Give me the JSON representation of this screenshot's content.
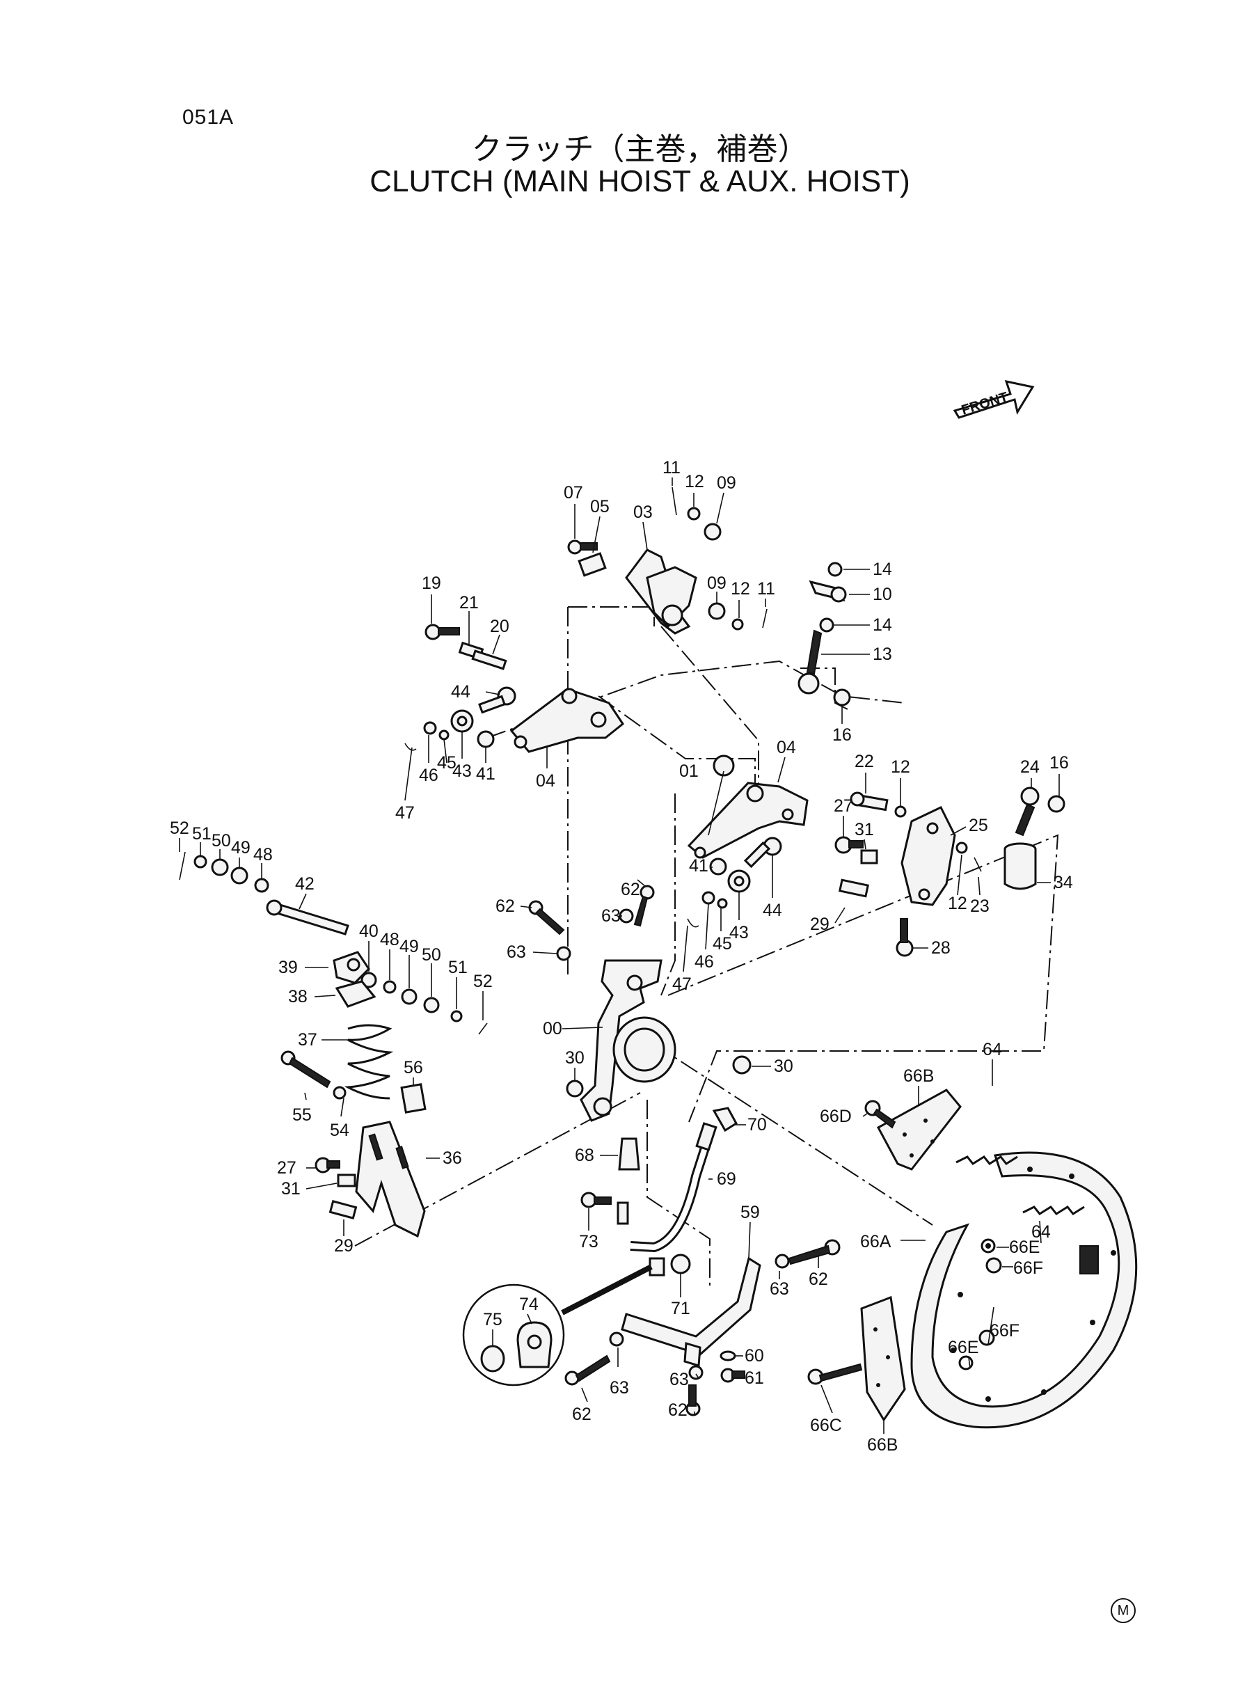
{
  "page_code": "051A",
  "title_jp": "クラッチ（主巻，補巻）",
  "title_en": "CLUTCH  (MAIN  HOIST & AUX. HOIST)",
  "front_label": "FRONT",
  "corner_mark": "M",
  "callouts": {
    "c11a": "11",
    "c12a": "12",
    "c09a": "09",
    "c07": "07",
    "c05": "05",
    "c03": "03",
    "c14a": "14",
    "c10": "10",
    "c09b": "09",
    "c12b": "12",
    "c11b": "11",
    "c14b": "14",
    "c13": "13",
    "c16a": "16",
    "c19": "19",
    "c21": "21",
    "c20": "20",
    "c44a": "44",
    "c43a": "43",
    "c41a": "41",
    "c46a": "46",
    "c45a": "45",
    "c47a": "47",
    "c04a": "04",
    "c04b": "04",
    "c01": "01",
    "c22": "22",
    "c12c": "12",
    "c24": "24",
    "c16b": "16",
    "c25": "25",
    "c27a": "27",
    "c31a": "31",
    "c12d": "12",
    "c23": "23",
    "c34": "34",
    "c29a": "29",
    "c28": "28",
    "c52a": "52",
    "c51a": "51",
    "c50a": "50",
    "c49a": "49",
    "c48a": "48",
    "c42": "42",
    "c62a": "62",
    "c63a": "63",
    "c41b": "41",
    "c43b": "43",
    "c44b": "44",
    "c45b": "45",
    "c46b": "46",
    "c47b": "47",
    "c62b": "62",
    "c63b": "63",
    "c39": "39",
    "c40": "40",
    "c48b": "48",
    "c49b": "49",
    "c50b": "50",
    "c51b": "51",
    "c52b": "52",
    "c38": "38",
    "c00": "00",
    "c37": "37",
    "c30a": "30",
    "c30b": "30",
    "c56": "56",
    "c55": "55",
    "c54": "54",
    "c36": "36",
    "c66b1": "66B",
    "c64a": "64",
    "c66d": "66D",
    "c70": "70",
    "c68": "68",
    "c27b": "27",
    "c31b": "31",
    "c69": "69",
    "c29b": "29",
    "c73": "73",
    "c59": "59",
    "c66a": "66A",
    "c66e1": "66E",
    "c64b": "64",
    "c66f1": "66F",
    "c75": "75",
    "c74": "74",
    "c71": "71",
    "c63c": "63",
    "c62c": "62",
    "c66f2": "66F",
    "c60": "60",
    "c63d": "63",
    "c61": "61",
    "c62d": "62",
    "c63e": "63",
    "c62e": "62",
    "c66e2": "66E",
    "c66c": "66C",
    "c66b2": "66B"
  }
}
